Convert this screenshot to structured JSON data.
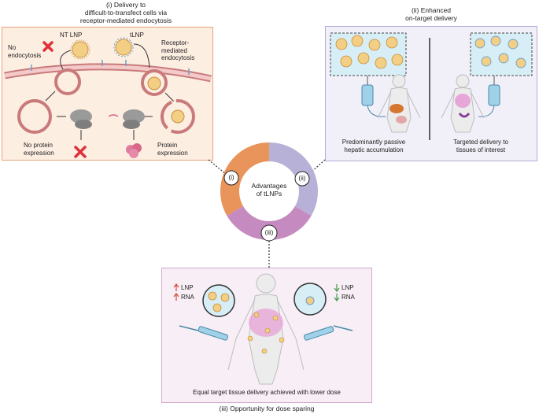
{
  "panel_i": {
    "title_line1": "(i) Delivery to",
    "title_line2": "difficult-to-transfect cells via",
    "title_line3": "receptor-mediated endocytosis",
    "nt_lnp": "NT LNP",
    "tlnp": "tLNP",
    "no_endocytosis_line1": "No",
    "no_endocytosis_line2": "endocytosis",
    "receptor_line1": "Receptor-",
    "receptor_line2": "mediated",
    "receptor_line3": "endocytosis",
    "no_protein_line1": "No protein",
    "no_protein_line2": "expression",
    "protein_line1": "Protein",
    "protein_line2": "expression"
  },
  "panel_ii": {
    "title_line1": "(ii) Enhanced",
    "title_line2": "on-target delivery",
    "left_caption_line1": "Predominantly passive",
    "left_caption_line2": "hepatic accumulation",
    "right_caption_line1": "Targeted delivery to",
    "right_caption_line2": "tissues of interest"
  },
  "center": {
    "label_line1": "Advantages",
    "label_line2": "of tLNPs",
    "badge_i": "(i)",
    "badge_ii": "(ii)",
    "badge_iii": "(iii)"
  },
  "panel_iii": {
    "title": "(iii) Opportunity for dose sparing",
    "caption": "Equal target tissue delivery achieved with lower dose",
    "left_lnp": "LNP",
    "left_rna": "RNA",
    "right_lnp": "LNP",
    "right_rna": "RNA"
  },
  "colors": {
    "orange": "#e8945a",
    "purple": "#b7b1d8",
    "magenta": "#c58bc0",
    "panel_i_bg": "#fdeee2",
    "panel_ii_bg": "#f1eff8",
    "panel_iii_bg": "#f8eef6",
    "up_arrow": "#d9463b",
    "down_arrow": "#3f9a4d",
    "cross": "#e2303a"
  }
}
